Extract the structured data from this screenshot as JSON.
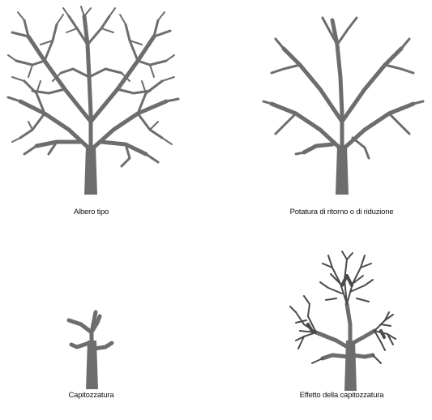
{
  "panels": [
    {
      "caption": "Albero tipo"
    },
    {
      "caption": "Potatura di ritorno o di riduzione"
    },
    {
      "caption": "Capitozzatura"
    },
    {
      "caption": "Effetto della capitozzatura"
    }
  ],
  "colors": {
    "tree": "#6d6d6d",
    "regrowth": "#4a4a4a",
    "text": "#111111"
  }
}
